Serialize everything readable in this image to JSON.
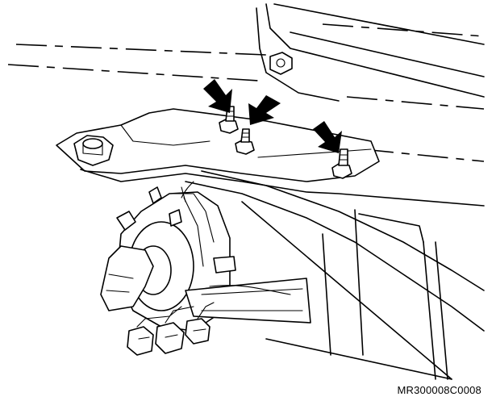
{
  "figure": {
    "reference_code": "MR300008C0008"
  },
  "callouts": [
    {
      "id": "arrow-1",
      "points_to": "bolt-1"
    },
    {
      "id": "arrow-2",
      "points_to": "bolt-2"
    },
    {
      "id": "arrow-3",
      "points_to": "bolt-3"
    }
  ],
  "colors": {
    "line": "#000000",
    "background": "#ffffff"
  }
}
